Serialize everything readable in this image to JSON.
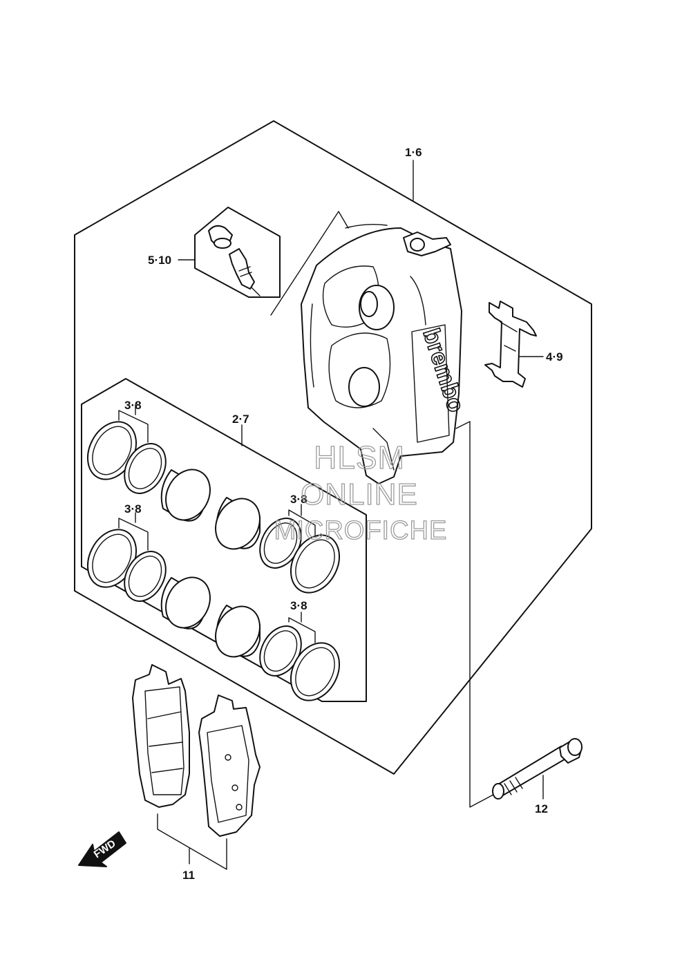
{
  "diagram": {
    "callouts": {
      "caliper_assembly": "1·6",
      "bleeder_set": "5·10",
      "piston_set": "2·7",
      "pad_spring": "4·9",
      "seal_a": "3·8",
      "seal_b": "3·8",
      "seal_c": "3·8",
      "seal_d": "3·8",
      "pad_set": "11",
      "bolt": "12"
    },
    "caliper_logo": "brembo",
    "fwd_arrow_label": "FWD",
    "watermark": {
      "line1": "HLSM",
      "line2": "ONLINE",
      "line3": "MICROFICHE"
    }
  }
}
